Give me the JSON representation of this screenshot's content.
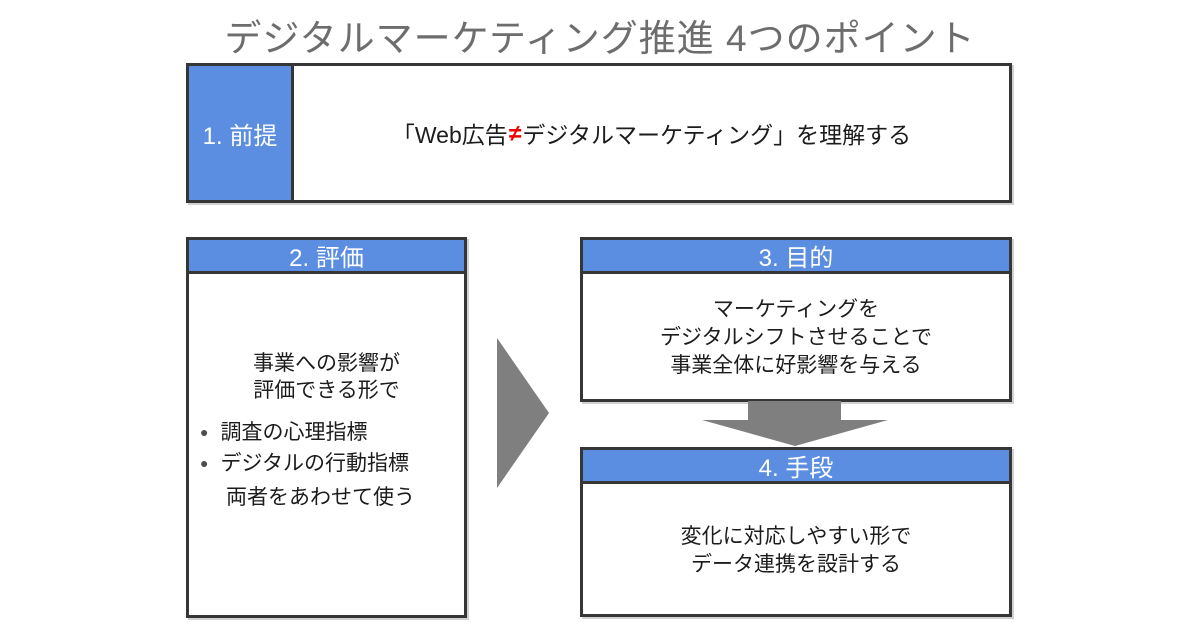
{
  "title": "デジタルマーケティング推進 4つのポイント",
  "colors": {
    "header_blue": "#5b8ee0",
    "border_dark": "#363636",
    "arrow_gray": "#7f7f7f",
    "title_gray": "#6d6d6d",
    "not_equal_red": "#ee0000",
    "bullet_gray": "#4d4d4d"
  },
  "glyphs": {
    "bullet": "●"
  },
  "boxes": {
    "premise": {
      "label": "1. 前提",
      "statement_prefix": "「Web広告",
      "not_equal": "≠",
      "statement_suffix": "デジタルマーケティング」を理解する"
    },
    "evaluation": {
      "label": "2. 評価",
      "intro_lines": [
        "事業への影響が",
        "評価できる形で"
      ],
      "bullets": [
        "調査の心理指標",
        "デジタルの行動指標"
      ],
      "footer": "両者をあわせて使う"
    },
    "purpose": {
      "label": "3. 目的",
      "lines": [
        "マーケティングを",
        "デジタルシフトさせることで",
        "事業全体に好影響を与える"
      ]
    },
    "means": {
      "label": "4. 手段",
      "lines": [
        "変化に対応しやすい形で",
        "データ連携を設計する"
      ]
    }
  }
}
